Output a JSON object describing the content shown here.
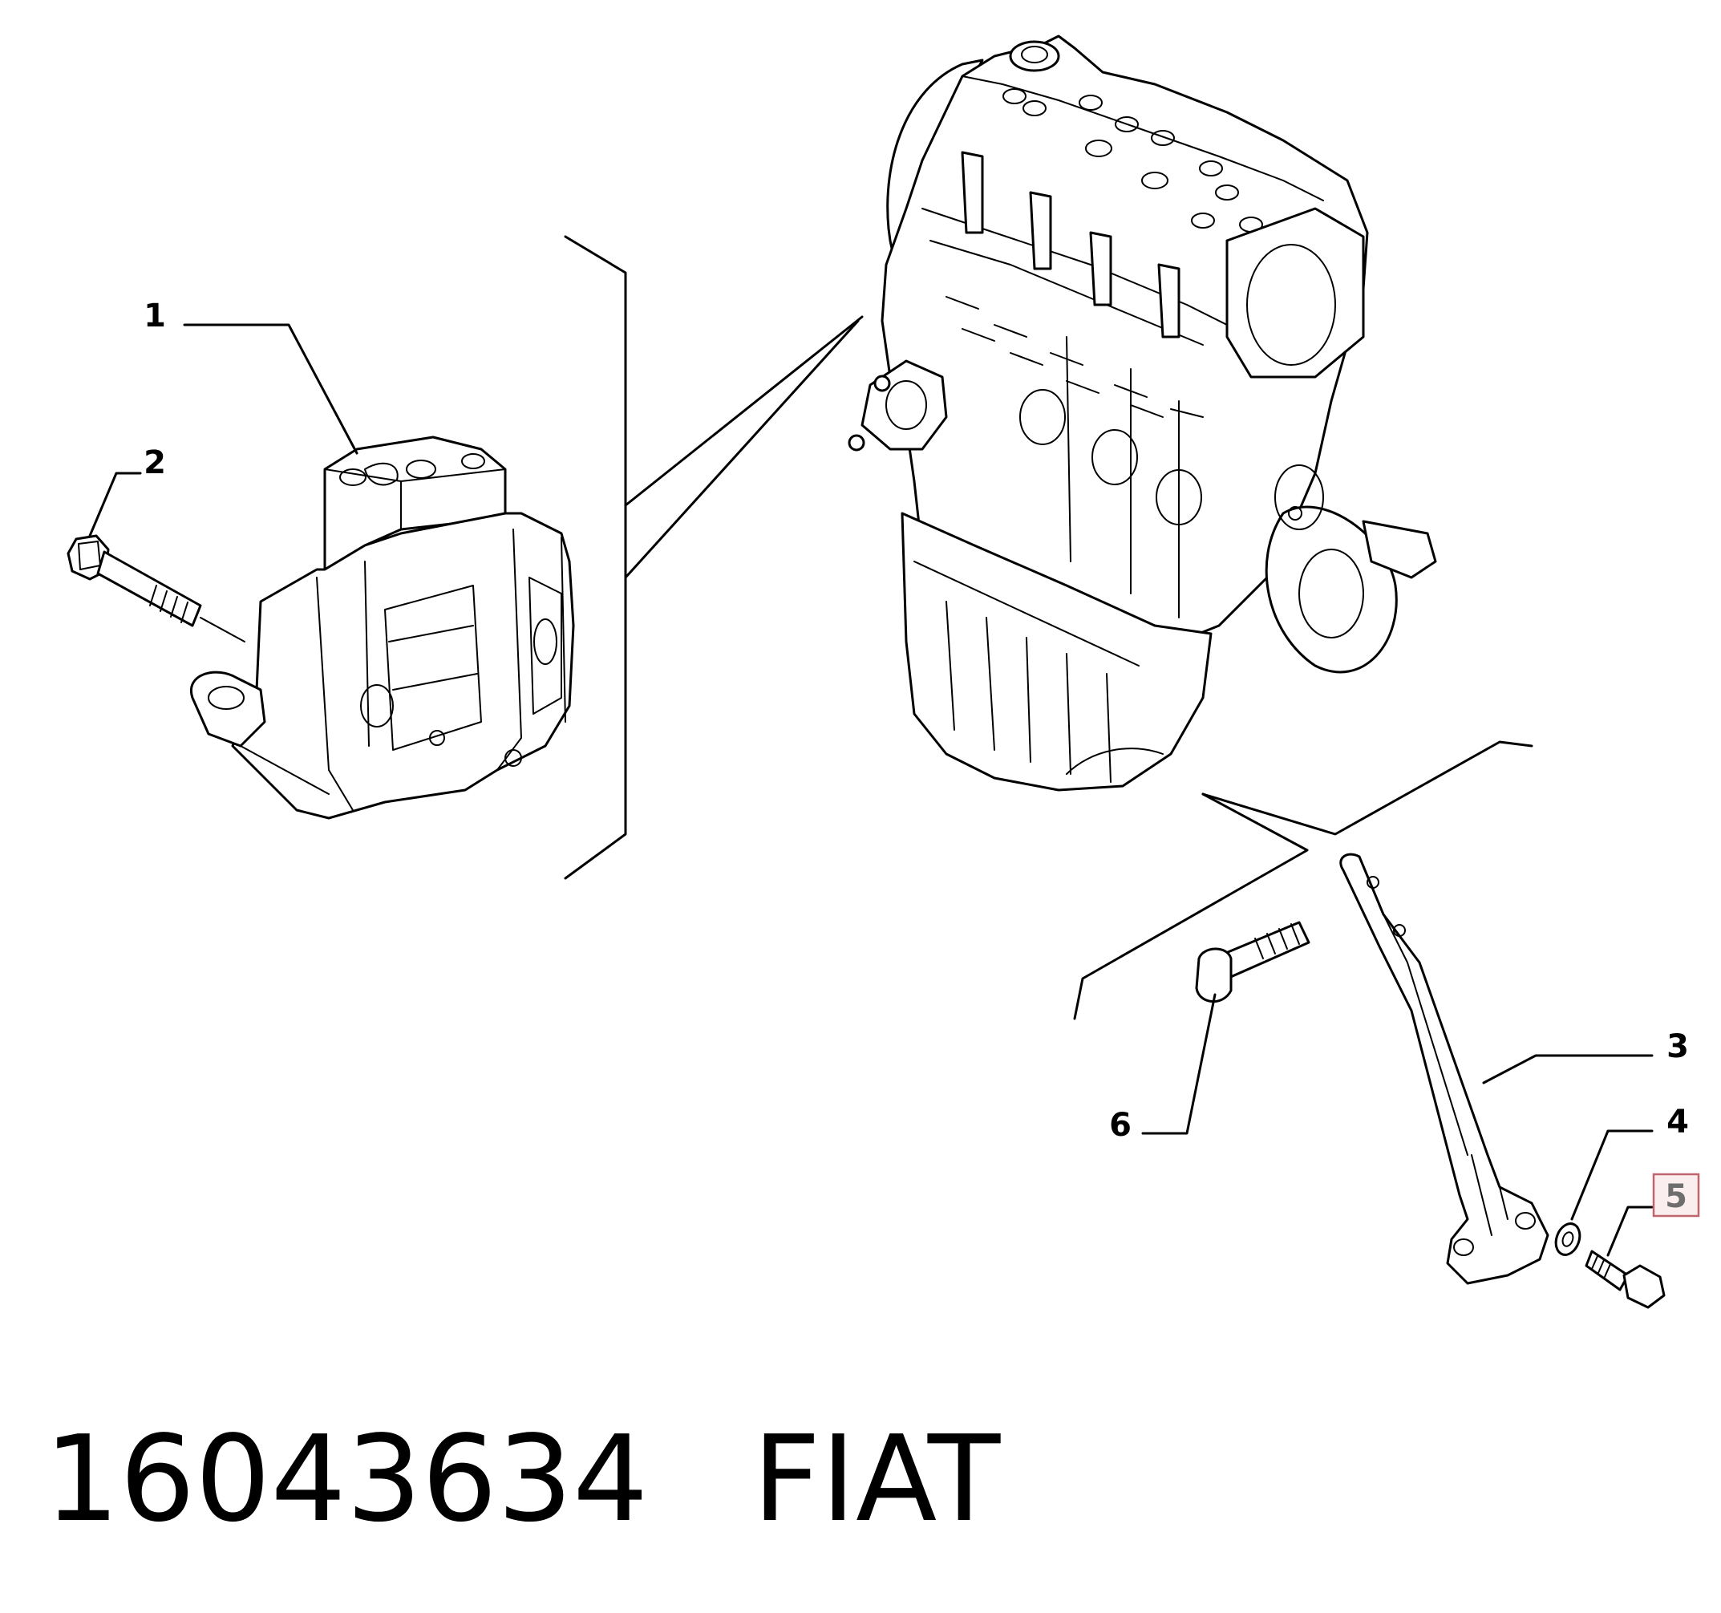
{
  "diagram": {
    "callouts": [
      {
        "id": "1",
        "label": "1",
        "highlighted": false
      },
      {
        "id": "2",
        "label": "2",
        "highlighted": false
      },
      {
        "id": "3",
        "label": "3",
        "highlighted": false
      },
      {
        "id": "4",
        "label": "4",
        "highlighted": false
      },
      {
        "id": "5",
        "label": "5",
        "highlighted": true
      },
      {
        "id": "6",
        "label": "6",
        "highlighted": false
      }
    ],
    "highlight_color": "#c0646e"
  },
  "footer": {
    "part_number": "16043634",
    "brand": "FIAT"
  }
}
